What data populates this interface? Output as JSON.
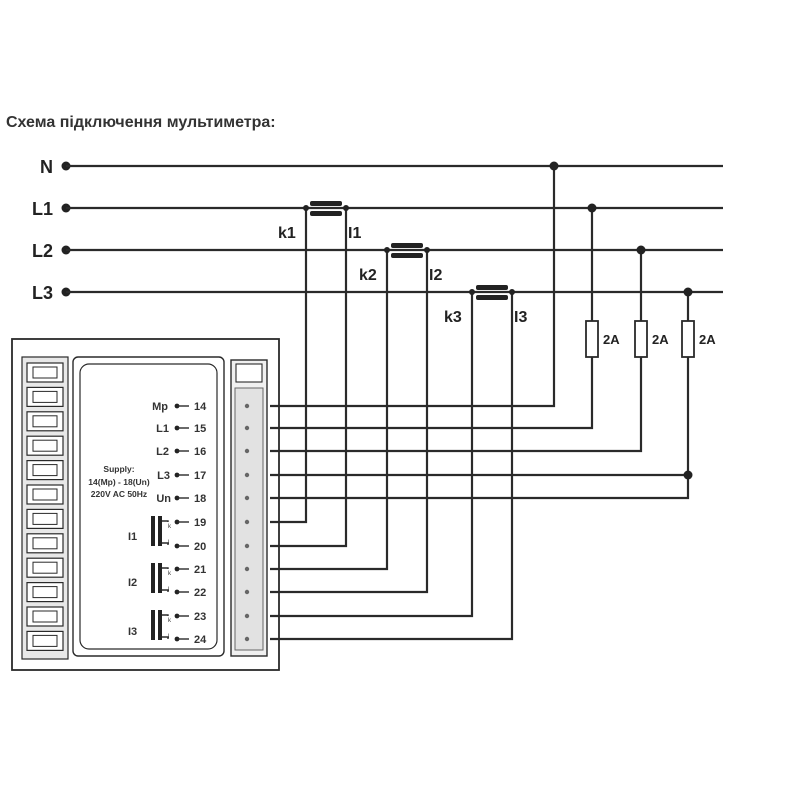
{
  "title": "Схема підключення мультиметра:",
  "lines": [
    {
      "label": "N"
    },
    {
      "label": "L1"
    },
    {
      "label": "L2"
    },
    {
      "label": "L3"
    }
  ],
  "current_transformers": [
    {
      "k": "k1",
      "l": "I1"
    },
    {
      "k": "k2",
      "l": "I2"
    },
    {
      "k": "k3",
      "l": "I3"
    }
  ],
  "fuses": [
    "2A",
    "2A",
    "2A"
  ],
  "terminals": [
    {
      "name": "Mp",
      "num": "14"
    },
    {
      "name": "L1",
      "num": "15"
    },
    {
      "name": "L2",
      "num": "16"
    },
    {
      "name": "L3",
      "num": "17"
    },
    {
      "name": "Un",
      "num": "18"
    },
    {
      "name": "",
      "num": "19"
    },
    {
      "name": "",
      "num": "20"
    },
    {
      "name": "",
      "num": "21"
    },
    {
      "name": "",
      "num": "22"
    },
    {
      "name": "",
      "num": "23"
    },
    {
      "name": "",
      "num": "24"
    }
  ],
  "current_inputs": [
    "I1",
    "I2",
    "I3"
  ],
  "supply": [
    "Supply:",
    "14(Mp) - 18(Un)",
    "220V AC 50Hz"
  ],
  "ct_marks": {
    "k": "k",
    "l": "l"
  }
}
